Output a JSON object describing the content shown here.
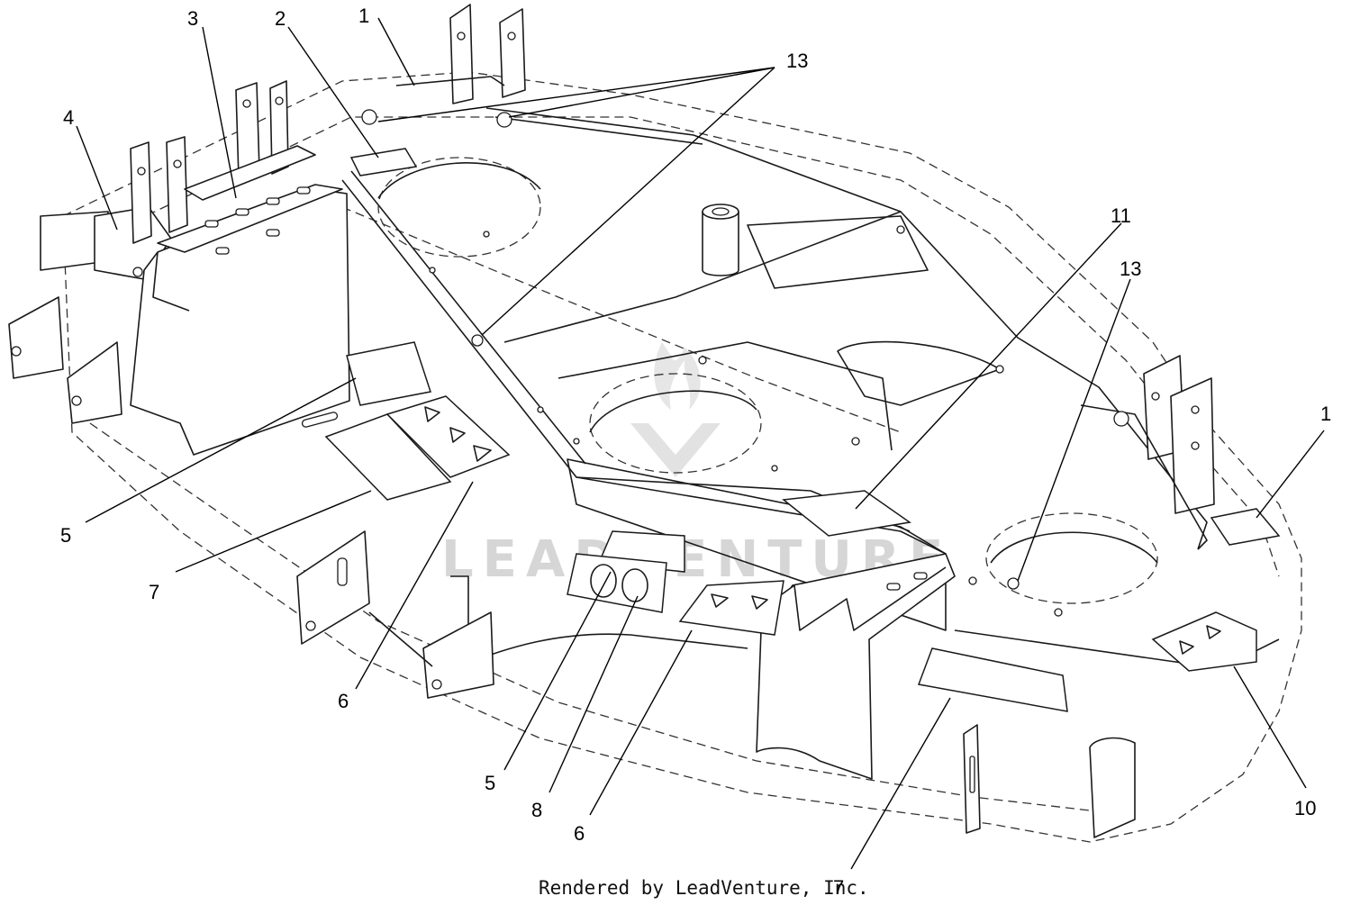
{
  "watermark": {
    "text": "LEADVENTURE"
  },
  "credit": {
    "text": "Rendered by LeadVenture, Inc."
  },
  "callouts": [
    {
      "id": "c1a",
      "label": "1"
    },
    {
      "id": "c2",
      "label": "2"
    },
    {
      "id": "c3",
      "label": "3"
    },
    {
      "id": "c4",
      "label": "4"
    },
    {
      "id": "c13a",
      "label": "13"
    },
    {
      "id": "c11",
      "label": "11"
    },
    {
      "id": "c13b",
      "label": "13"
    },
    {
      "id": "c1b",
      "label": "1"
    },
    {
      "id": "c5a",
      "label": "5"
    },
    {
      "id": "c7a",
      "label": "7"
    },
    {
      "id": "c6a",
      "label": "6"
    },
    {
      "id": "c5b",
      "label": "5"
    },
    {
      "id": "c8",
      "label": "8"
    },
    {
      "id": "c6b",
      "label": "6"
    },
    {
      "id": "c10",
      "label": "10"
    },
    {
      "id": "c7b",
      "label": "7"
    }
  ]
}
